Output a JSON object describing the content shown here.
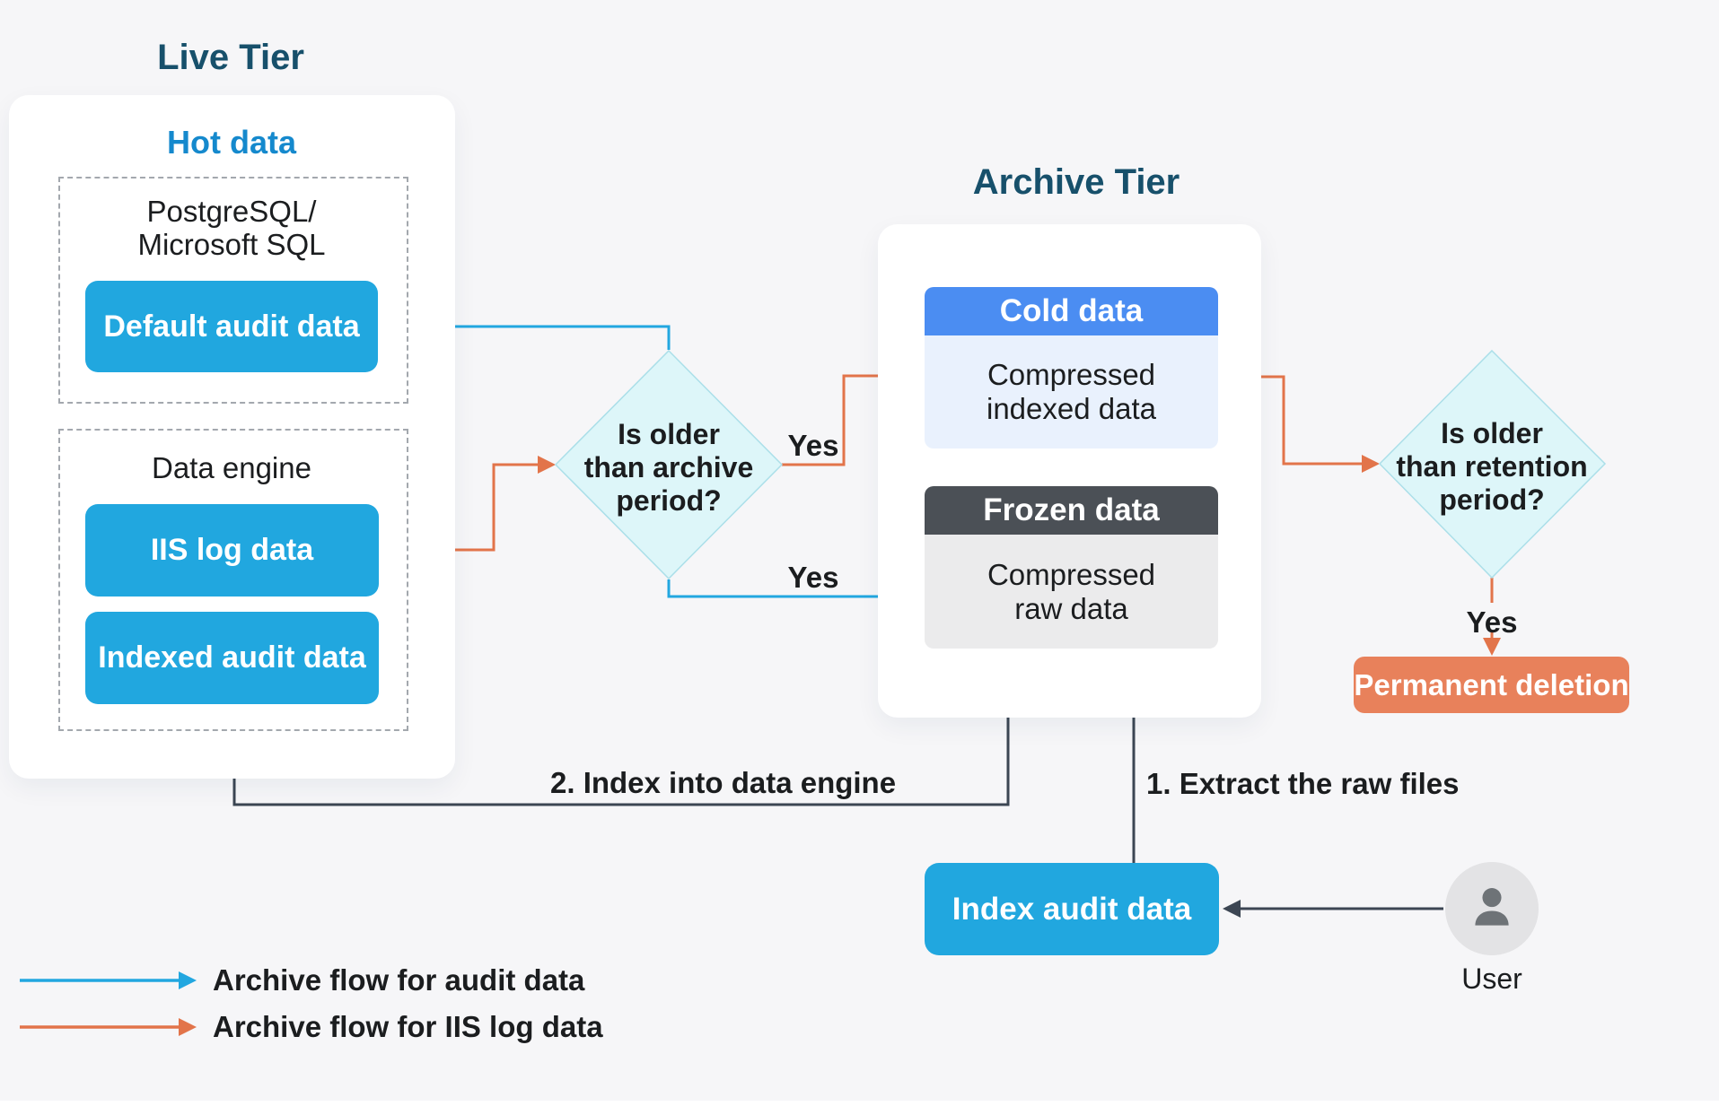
{
  "colors": {
    "background": "#f6f6f8",
    "card": "#ffffff",
    "node_blue": "#21a7df",
    "cold_header_blue": "#4b8df2",
    "cold_body_blue": "#e9f1fd",
    "frozen_header_gray": "#4b5056",
    "frozen_body_gray": "#ebebec",
    "diamond_fill": "#ddf6f9",
    "diamond_border": "#abdfe9",
    "audit_flow_blue": "#22a7e0",
    "iis_flow_orange": "#e2744a",
    "deletion_orange": "#e8815b",
    "dark_arrow": "#3c4653",
    "title_navy": "#17506b",
    "hot_data_blue": "#1589cd",
    "text_dark": "#1b1d1f"
  },
  "live_tier": {
    "title": "Live Tier",
    "hot_data_label": "Hot data",
    "sql_group_label": "PostgreSQL/\nMicrosoft SQL",
    "default_audit_button": "Default audit data",
    "engine_group_label": "Data engine",
    "iis_log_button": "IIS log data",
    "indexed_audit_button": "Indexed audit data"
  },
  "archive_tier": {
    "title": "Archive Tier",
    "cold_header": "Cold data",
    "cold_body": "Compressed\nindexed data",
    "frozen_header": "Frozen data",
    "frozen_body": "Compressed\nraw data"
  },
  "decisions": {
    "archive_question": "Is older\nthan archive\nperiod?",
    "retention_question": "Is older\nthan retention\nperiod?"
  },
  "flow_labels": {
    "yes_iis_to_cold": "Yes",
    "yes_audit_to_frozen": "Yes",
    "yes_retention": "Yes",
    "extract_step": "1. Extract the raw files",
    "index_step": "2. Index into data engine"
  },
  "nodes": {
    "permanent_deletion": "Permanent deletion",
    "index_audit_data": "Index audit data",
    "user_label": "User"
  },
  "legend": {
    "audit": {
      "label": "Archive flow for audit data",
      "color": "#22a7e0"
    },
    "iis": {
      "label": "Archive flow for IIS log data",
      "color": "#e2744a"
    }
  }
}
